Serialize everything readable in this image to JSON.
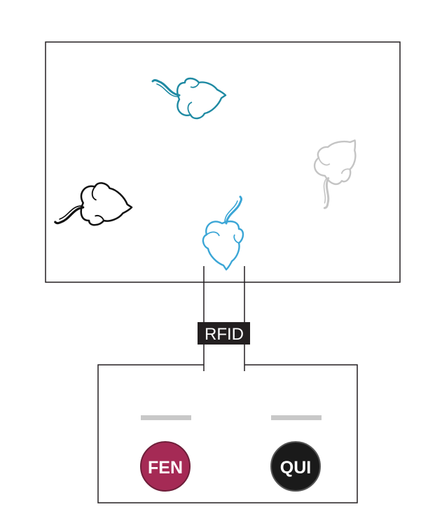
{
  "labels": {
    "rfid": "RFID",
    "fen": "FEN",
    "qui": "QUI"
  },
  "colors": {
    "outline": "#231f20",
    "mouse_teal": "#1f8aa3",
    "mouse_light_blue": "#3ba6d6",
    "mouse_grey": "#c4c4c4",
    "mouse_black": "#111111",
    "rfid_bg": "#231f20",
    "fen_button": "#a52a55",
    "qui_button": "#1a1a1a",
    "indicator_bar": "#c8c8c8"
  },
  "icons": [
    "mouse-icon",
    "mouse-icon",
    "mouse-icon",
    "mouse-icon"
  ]
}
